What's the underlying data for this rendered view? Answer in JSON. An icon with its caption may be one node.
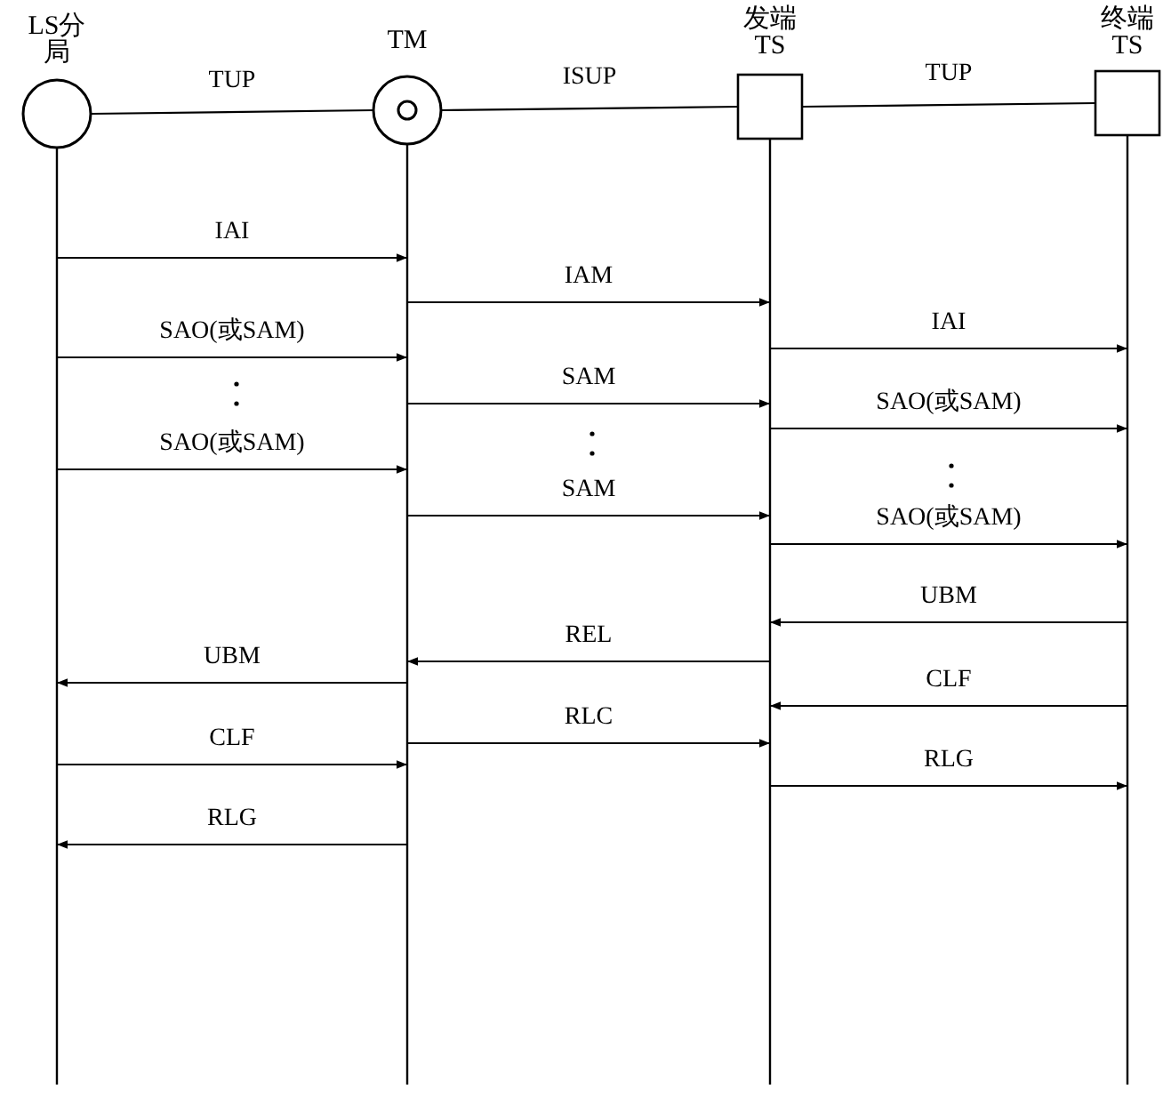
{
  "diagram": {
    "nodes": [
      {
        "text": [
          "LS分局"
        ]
      },
      {
        "text": [
          "TM"
        ]
      },
      {
        "text": [
          "发端TS"
        ]
      },
      {
        "text": [
          "终端TS"
        ]
      }
    ],
    "edges": [
      {
        "from": 0,
        "to": 1,
        "arrow": "none",
        "label": "TUP"
      },
      {
        "from": 1,
        "to": 2,
        "arrow": "none",
        "label": "ISUP"
      },
      {
        "from": 2,
        "to": 3,
        "arrow": "none",
        "label": "TUP"
      },
      {
        "from": 0,
        "to": 1,
        "arrow": "to",
        "label": "IAI"
      },
      {
        "from": 1,
        "to": 2,
        "arrow": "to",
        "label": "IAM"
      },
      {
        "from": 2,
        "to": 3,
        "arrow": "to",
        "label": "IAI"
      },
      {
        "from": 0,
        "to": 1,
        "arrow": "to",
        "label": "SAO(或SAM)"
      },
      {
        "from": 1,
        "to": 2,
        "arrow": "to",
        "label": "SAM"
      },
      {
        "from": 2,
        "to": 3,
        "arrow": "to",
        "label": "SAO(或SAM)"
      },
      {
        "from": 0,
        "to": 1,
        "arrow": "to",
        "label": "SAO(或SAM)"
      },
      {
        "from": 1,
        "to": 2,
        "arrow": "to",
        "label": "SAM"
      },
      {
        "from": 2,
        "to": 3,
        "arrow": "to",
        "label": "SAO(或SAM)"
      },
      {
        "from": 3,
        "to": 2,
        "arrow": "to",
        "label": "UBM"
      },
      {
        "from": 2,
        "to": 1,
        "arrow": "to",
        "label": "REL"
      },
      {
        "from": 1,
        "to": 0,
        "arrow": "to",
        "label": "UBM"
      },
      {
        "from": 3,
        "to": 2,
        "arrow": "to",
        "label": "CLF"
      },
      {
        "from": 1,
        "to": 2,
        "arrow": "to",
        "label": "RLC"
      },
      {
        "from": 0,
        "to": 1,
        "arrow": "to",
        "label": "CLF"
      },
      {
        "from": 2,
        "to": 3,
        "arrow": "to",
        "label": "RLG"
      },
      {
        "from": 1,
        "to": 0,
        "arrow": "to",
        "label": "RLG"
      }
    ]
  }
}
